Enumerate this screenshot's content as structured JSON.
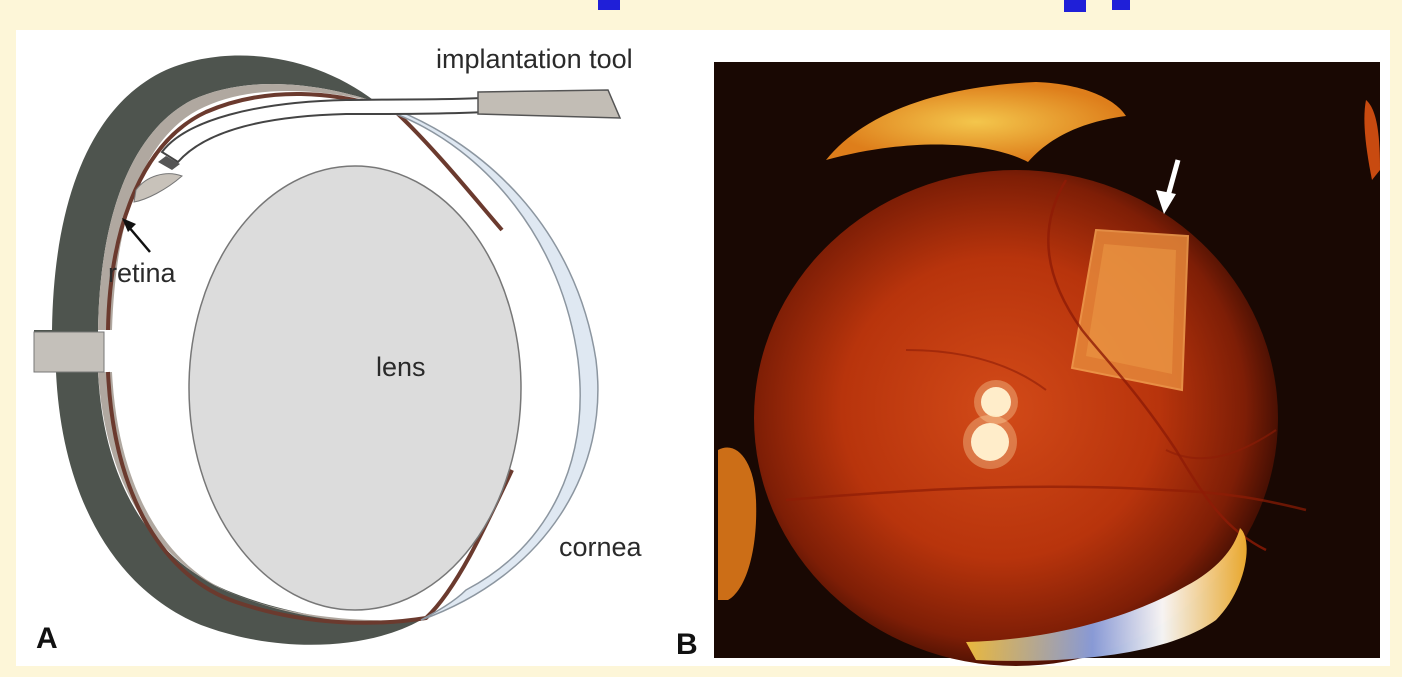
{
  "panel_a": {
    "letter": "A",
    "labels": {
      "implantation_tool": "implantation tool",
      "retina": "retina",
      "lens": "lens",
      "cornea": "cornea"
    }
  },
  "panel_b": {
    "letter": "B"
  },
  "colors": {
    "page_background": "#fdf6d8",
    "title_text": "#1f1fd8",
    "sclera": "#4e544e",
    "retina_layer": "#b0a8a0",
    "choroid": "#6b3a2e",
    "cornea": "#dfe8f2",
    "lens": "#dcdcdc",
    "fundus": "#b8340c"
  }
}
